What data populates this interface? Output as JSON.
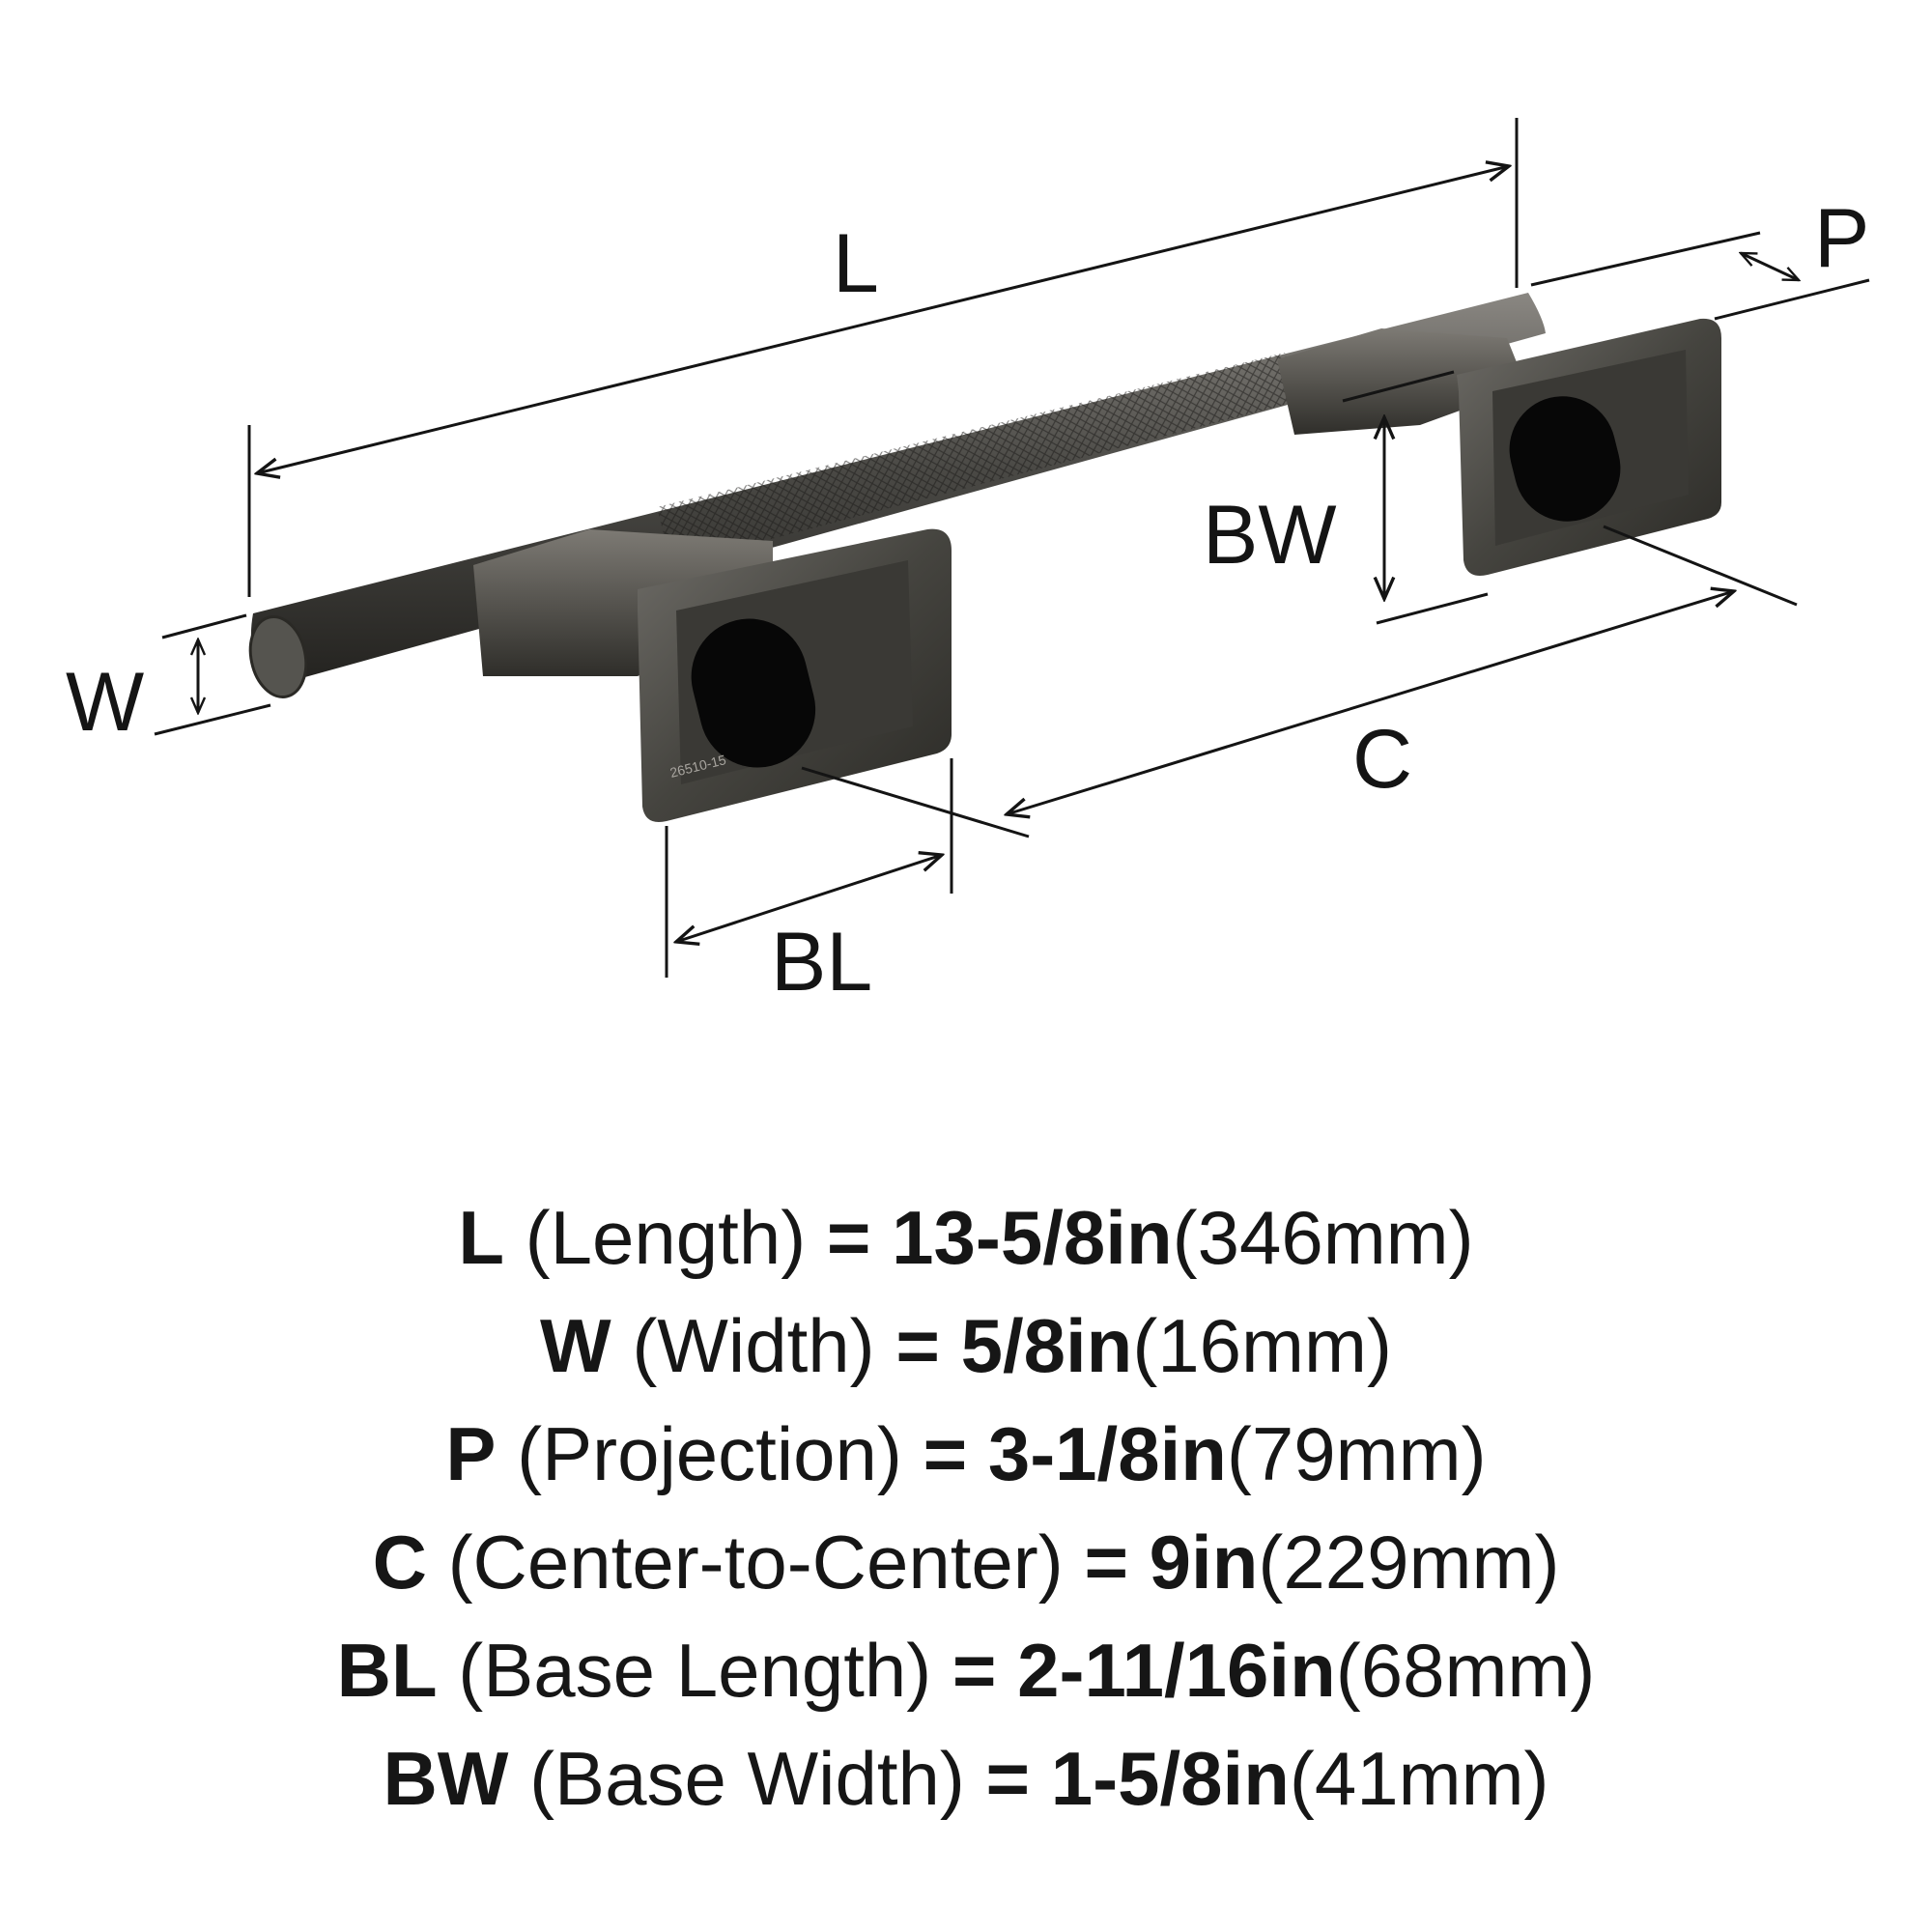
{
  "diagram": {
    "labels": {
      "L": "L",
      "W": "W",
      "P": "P",
      "BW": "BW",
      "C": "C",
      "BL": "BL"
    },
    "base_marking": "26510-15"
  },
  "specs": [
    {
      "code": "L",
      "name": "(Length)",
      "eq": "=",
      "imperial": "13-5/8in",
      "metric": "(346mm)"
    },
    {
      "code": "W",
      "name": "(Width)",
      "eq": "=",
      "imperial": "5/8in",
      "metric": "(16mm)"
    },
    {
      "code": "P",
      "name": "(Projection)",
      "eq": "=",
      "imperial": "3-1/8in",
      "metric": "(79mm)"
    },
    {
      "code": "C",
      "name": "(Center-to-Center)",
      "eq": "=",
      "imperial": "9in",
      "metric": "(229mm)"
    },
    {
      "code": "BL",
      "name": "(Base Length)",
      "eq": "=",
      "imperial": "2-11/16in",
      "metric": "(68mm)"
    },
    {
      "code": "BW",
      "name": "(Base Width)",
      "eq": "=",
      "imperial": "1-5/8in",
      "metric": "(41mm)"
    }
  ],
  "colors": {
    "metal": "#3f3e3b",
    "metal_light": "#6e6c67",
    "metal_dark": "#24231f",
    "line": "#141414"
  }
}
